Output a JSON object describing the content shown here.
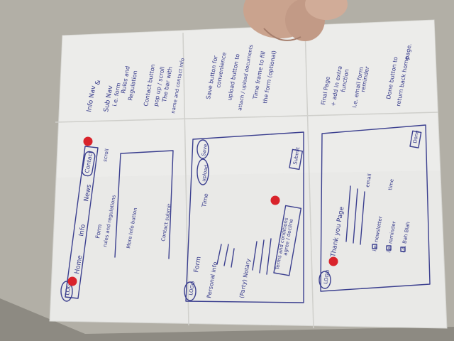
{
  "sketch": {
    "panel1": {
      "logo": "LOGO",
      "nav_home": "Home",
      "nav_info": "Info",
      "nav_news": "News",
      "nav_contact": "Contact",
      "form_note": "Form",
      "form_sub": "rules and regulations",
      "more_info": "More Info button",
      "contact_submit": "Contact submit",
      "scroll_note": "scroll"
    },
    "notes_top": {
      "line1": "Info Nav",
      "line2": "&",
      "line3": "Sub Nav",
      "line4": "i.e. form",
      "line5": "Rules and",
      "line6": "Regulation",
      "line7": "Contact button",
      "line8": "pop up / scroll",
      "line9": "The bar with",
      "line10": "name and contact info"
    },
    "panel2": {
      "logo": "LOGO",
      "title": "Form",
      "personal_info": "Personal info",
      "party_notary": "(Party) Notary",
      "terms": "Terms and conditions",
      "agree": "agree / decline",
      "time": "Time",
      "upload": "upload",
      "save": "Save",
      "submit": "Submit"
    },
    "notes_middle": {
      "line1": "Save button for",
      "line2": "convenience",
      "line3": "upload button to",
      "line4": "attach / upload documents",
      "line5": "Time frame to fill",
      "line6": "the form (optional)"
    },
    "panel3": {
      "logo": "LOGO",
      "title": "Thank you Page",
      "item1": "i.e. newsletter",
      "item2": "i.e. reminder",
      "item3": "i.e. Bah Blah",
      "email": "email",
      "time": "time",
      "done": "Done"
    },
    "notes_bottom": {
      "line1": "Final Page",
      "line2": "+ add in extra",
      "line3": "function",
      "line4": "i.e. email form",
      "line5": "reminder",
      "line6": "Done button to",
      "line7": "return back home",
      "line8": "page."
    }
  }
}
